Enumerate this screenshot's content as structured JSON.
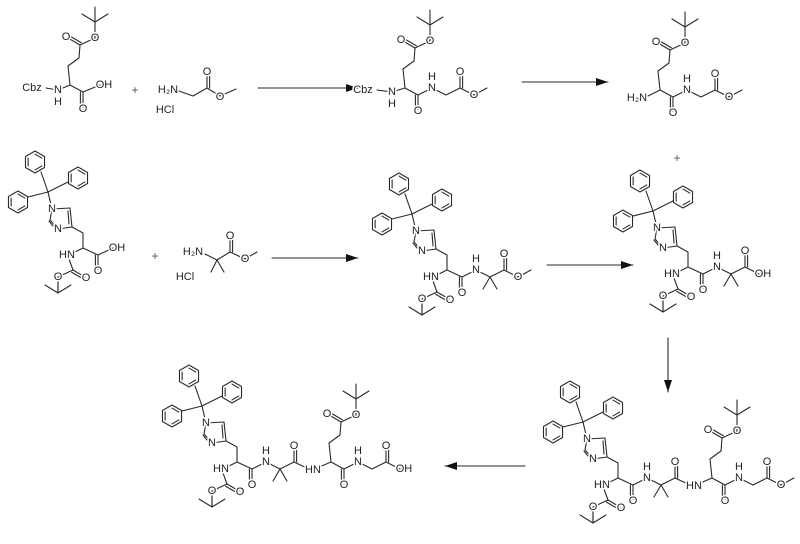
{
  "molecules": [
    {
      "labels": [
        "O",
        "O",
        "Cbz",
        "N",
        "H",
        "OH",
        "O"
      ]
    },
    {
      "labels": [
        "H₂N",
        "O",
        "O",
        "HCl"
      ]
    },
    {
      "labels": [
        "O",
        "O",
        "Cbz",
        "N",
        "H",
        "O",
        "N",
        "H",
        "O",
        "O"
      ]
    },
    {
      "labels": [
        "O",
        "O",
        "H₂N",
        "O",
        "N",
        "H",
        "O",
        "O"
      ]
    },
    {
      "labels": [
        "N",
        "N",
        "HN",
        "O",
        "O",
        "OH",
        "O"
      ]
    },
    {
      "labels": [
        "H₂N",
        "O",
        "O",
        "HCl"
      ]
    },
    {
      "labels": [
        "N",
        "N",
        "HN",
        "O",
        "O",
        "O",
        "N",
        "H",
        "O",
        "O"
      ]
    },
    {
      "labels": [
        "N",
        "N",
        "HN",
        "O",
        "O",
        "O",
        "N",
        "H",
        "O",
        "OH"
      ]
    },
    {
      "labels": [
        "N",
        "N",
        "HN",
        "O",
        "O",
        "O",
        "N",
        "H",
        "O",
        "HN",
        "O",
        "O",
        "O",
        "N",
        "H",
        "O",
        "O"
      ]
    },
    {
      "labels": [
        "N",
        "N",
        "HN",
        "O",
        "O",
        "O",
        "N",
        "H",
        "O",
        "HN",
        "O",
        "O",
        "O",
        "N",
        "H",
        "O",
        "OH"
      ]
    }
  ],
  "plus_signs": [
    "+",
    "+",
    "+"
  ],
  "arrows": [
    "right",
    "right",
    "right",
    "right",
    "down",
    "left"
  ]
}
